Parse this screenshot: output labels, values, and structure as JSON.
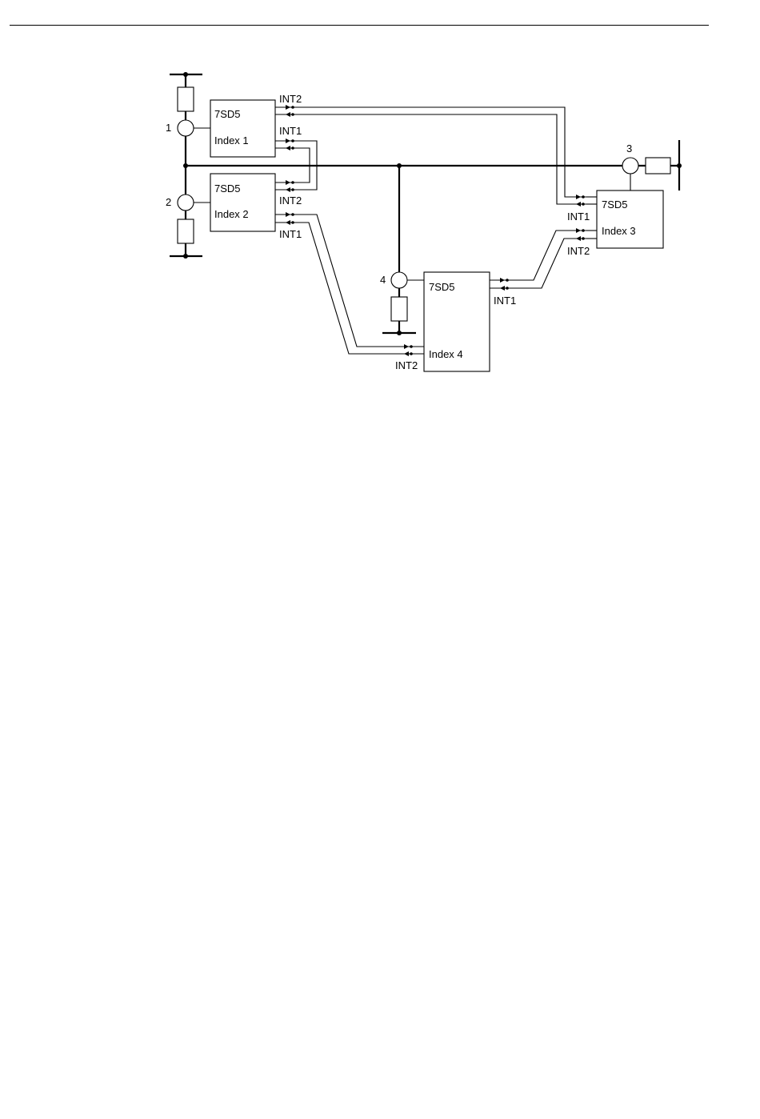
{
  "diagram": {
    "nodes": [
      {
        "id": "dev1",
        "model": "7SD5",
        "index": "Index 1",
        "number": "1"
      },
      {
        "id": "dev2",
        "model": "7SD5",
        "index": "Index 2",
        "number": "2"
      },
      {
        "id": "dev3",
        "model": "7SD5",
        "index": "Index 3",
        "number": "3"
      },
      {
        "id": "dev4",
        "model": "7SD5",
        "index": "Index 4",
        "number": "4"
      }
    ],
    "ports": {
      "dev1_int2": "INT2",
      "dev1_int1": "INT1",
      "dev2_int2": "INT2",
      "dev2_int1": "INT1",
      "dev3_int1": "INT1",
      "dev3_int2": "INT2",
      "dev4_int1": "INT1",
      "dev4_int2": "INT2"
    },
    "edges": [
      {
        "from": "dev1.INT2",
        "to": "dev3.INT1"
      },
      {
        "from": "dev1.INT1",
        "to": "dev2.INT2"
      },
      {
        "from": "dev2.INT1",
        "to": "dev4.INT2"
      },
      {
        "from": "dev4.INT1",
        "to": "dev3.INT2"
      }
    ]
  }
}
